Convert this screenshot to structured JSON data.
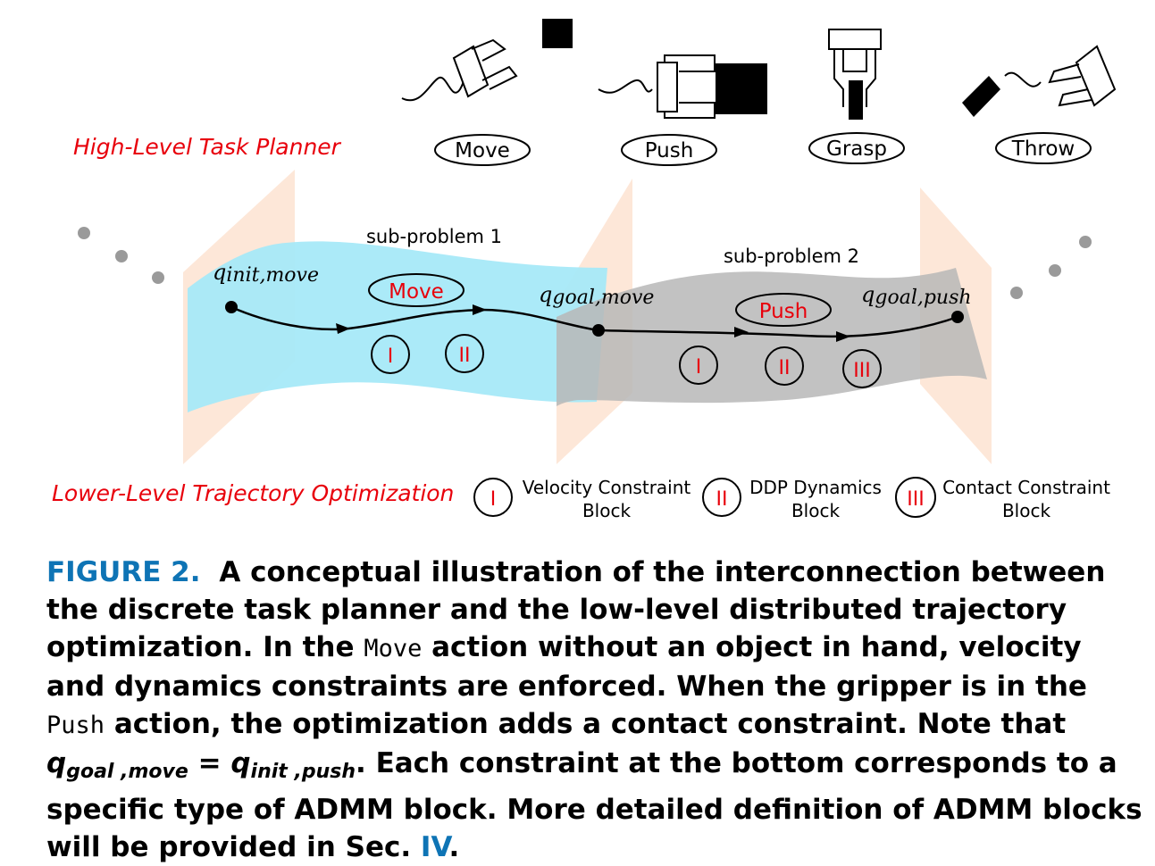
{
  "planner_label": "High-Level Task Planner",
  "optimizer_label": "Lower-Level Trajectory Optimization",
  "actions": [
    "Move",
    "Push",
    "Grasp",
    "Throw"
  ],
  "subproblems": [
    {
      "title": "sub-problem 1",
      "action": "Move",
      "start_label": "q",
      "start_sub": "init,move",
      "blocks": [
        "I",
        "II"
      ]
    },
    {
      "title": "sub-problem 2",
      "action": "Push",
      "start_label": "q",
      "start_sub": "goal,move",
      "end_label": "q",
      "end_sub": "goal,push",
      "blocks": [
        "I",
        "II",
        "III"
      ]
    }
  ],
  "legend": [
    {
      "symbol": "I",
      "line1": "Velocity Constraint",
      "line2": "Block"
    },
    {
      "symbol": "II",
      "line1": "DDP Dynamics",
      "line2": "Block"
    },
    {
      "symbol": "III",
      "line1": "Contact Constraint",
      "line2": "Block"
    }
  ],
  "caption": {
    "label": "FIGURE 2.",
    "part1": "A conceptual illustration of the interconnection between the discrete task planner and the low-level distributed trajectory optimization. In the",
    "code1": "Move",
    "part2": "action without an object in hand, velocity and dynamics constraints are enforced. When the gripper is in the",
    "code2": "Push",
    "part3": "action, the optimization adds a contact constraint. Note that",
    "math_left": "q",
    "math_left_sub": "goal ,move",
    "math_eq": " = ",
    "math_right": "q",
    "math_right_sub": "init ,push",
    "part4": ". Each constraint at the bottom corresponds to a specific type of ADMM block. More detailed definition of ADMM blocks will be provided in Sec.",
    "sec_ref": "IV",
    "end": "."
  }
}
